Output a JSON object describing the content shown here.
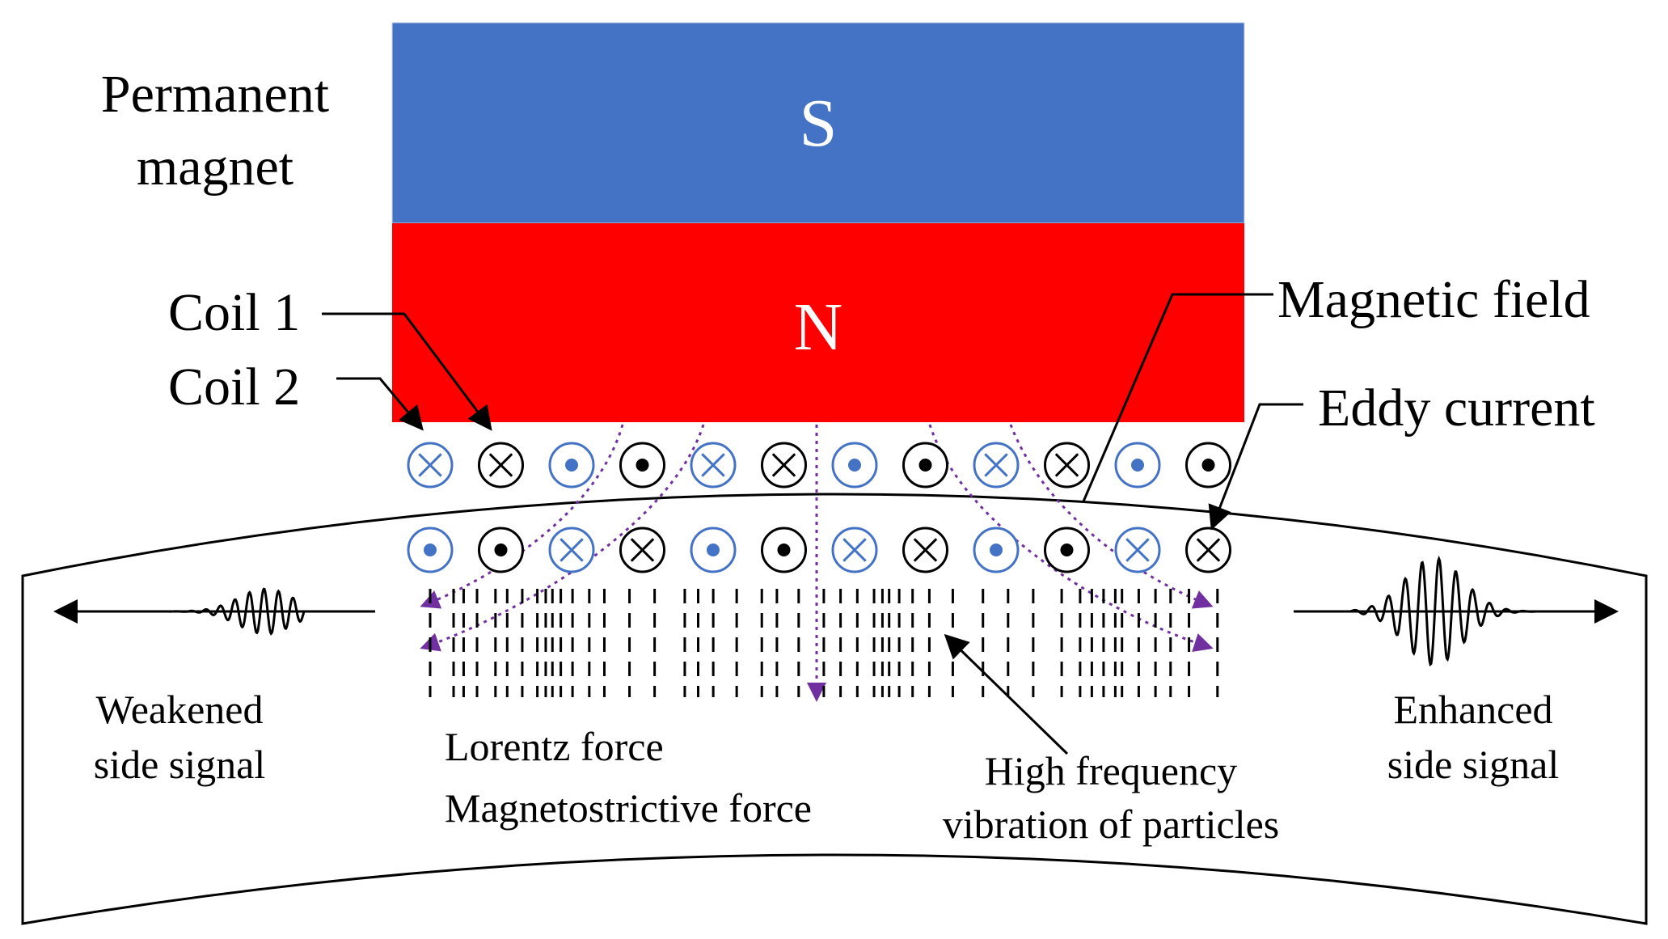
{
  "labels": {
    "permanent_magnet": [
      "Permanent",
      "magnet"
    ],
    "coil1": "Coil 1",
    "coil2": "Coil 2",
    "magnetic_field": "Magnetic field",
    "eddy_current": "Eddy current",
    "lorentz_force": "Lorentz force",
    "magnetostrictive_force": "Magnetostrictive force",
    "particles": [
      "High frequency",
      "vibration of particles"
    ],
    "weakened": [
      "Weakened",
      "side signal"
    ],
    "enhanced": [
      "Enhanced",
      "side signal"
    ]
  },
  "magnet": {
    "south_label": "S",
    "north_label": "N",
    "south_color": "#4472C4",
    "north_color": "#FF0000"
  },
  "colors": {
    "coil_blue": "#4472C4",
    "coil_black": "#000000",
    "field_lines": "#7030A0"
  },
  "coil_rows": {
    "top": [
      "coil2-in",
      "coil1-in",
      "coil2-out",
      "coil1-out",
      "coil2-in",
      "coil1-in",
      "coil2-out",
      "coil1-out",
      "coil2-in",
      "coil1-in",
      "coil2-out",
      "coil1-out"
    ],
    "bottom": [
      "coil2-out",
      "coil1-out",
      "coil2-in",
      "coil1-in",
      "coil2-out",
      "coil1-out",
      "coil2-in",
      "coil1-in",
      "coil2-out",
      "coil1-out",
      "coil2-in",
      "coil1-in"
    ]
  }
}
